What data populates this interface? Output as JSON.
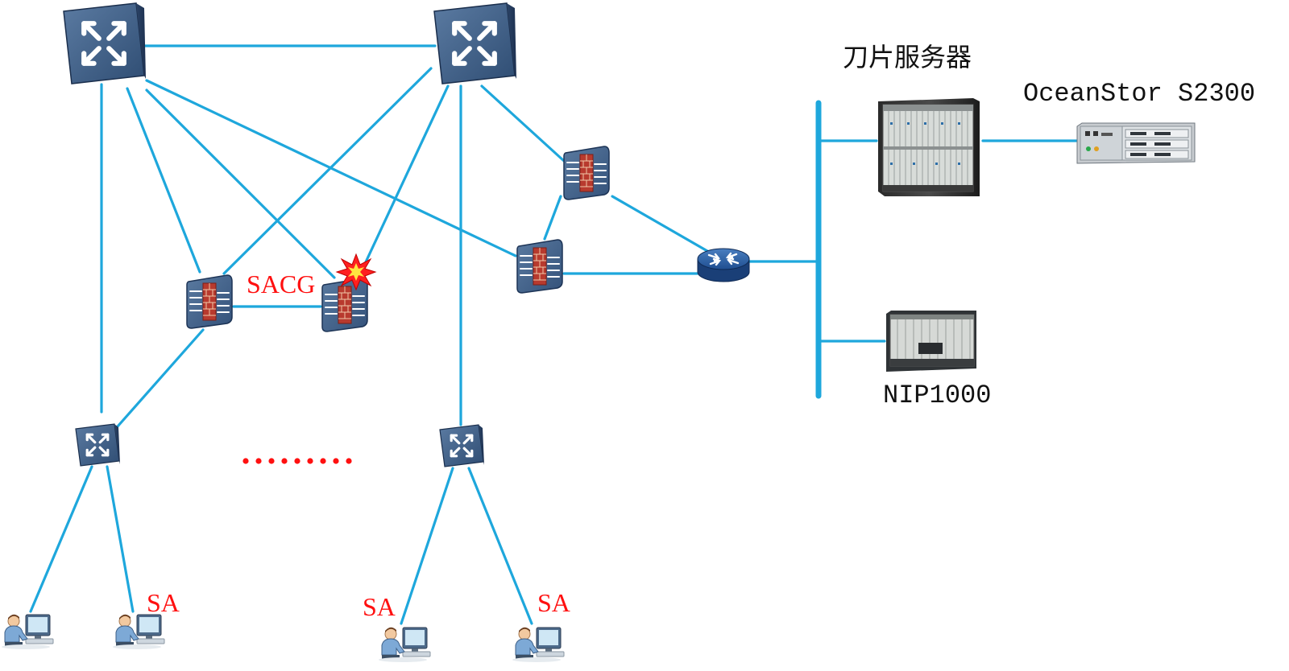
{
  "labels": {
    "blade_server": "刀片服务器",
    "storage": "OceanStor S2300",
    "nip": "NIP1000",
    "sacg": "SACG",
    "sa": "SA"
  },
  "nodes": [
    {
      "id": "core-switch-left",
      "type": "core-switch"
    },
    {
      "id": "core-switch-right",
      "type": "core-switch"
    },
    {
      "id": "firewall-sacg-1",
      "type": "firewall"
    },
    {
      "id": "firewall-sacg-2",
      "type": "firewall",
      "alert": true
    },
    {
      "id": "firewall-upper",
      "type": "firewall"
    },
    {
      "id": "firewall-lower",
      "type": "firewall"
    },
    {
      "id": "router",
      "type": "router"
    },
    {
      "id": "access-switch-left",
      "type": "access-switch"
    },
    {
      "id": "access-switch-right",
      "type": "access-switch"
    },
    {
      "id": "blade-server",
      "type": "blade-server"
    },
    {
      "id": "storage-array",
      "type": "storage"
    },
    {
      "id": "nip-appliance",
      "type": "appliance"
    },
    {
      "id": "user-pc-1",
      "type": "user-pc"
    },
    {
      "id": "user-pc-2",
      "type": "user-pc"
    },
    {
      "id": "user-pc-3",
      "type": "user-pc"
    },
    {
      "id": "user-pc-4",
      "type": "user-pc"
    }
  ],
  "edges": [
    [
      "core-switch-left",
      "core-switch-right"
    ],
    [
      "core-switch-left",
      "access-switch-left"
    ],
    [
      "core-switch-left",
      "firewall-sacg-1"
    ],
    [
      "core-switch-left",
      "firewall-sacg-2"
    ],
    [
      "core-switch-left",
      "firewall-lower"
    ],
    [
      "core-switch-right",
      "firewall-sacg-1"
    ],
    [
      "core-switch-right",
      "firewall-sacg-2"
    ],
    [
      "core-switch-right",
      "access-switch-right"
    ],
    [
      "core-switch-right",
      "firewall-upper"
    ],
    [
      "firewall-sacg-1",
      "firewall-sacg-2"
    ],
    [
      "firewall-sacg-1",
      "access-switch-left"
    ],
    [
      "firewall-upper",
      "firewall-lower"
    ],
    [
      "firewall-upper",
      "router"
    ],
    [
      "firewall-lower",
      "router"
    ],
    [
      "router",
      "bus"
    ],
    [
      "bus",
      "blade-server"
    ],
    [
      "bus",
      "nip-appliance"
    ],
    [
      "blade-server",
      "storage-array"
    ],
    [
      "access-switch-left",
      "user-pc-1"
    ],
    [
      "access-switch-left",
      "user-pc-2"
    ],
    [
      "access-switch-right",
      "user-pc-3"
    ],
    [
      "access-switch-right",
      "user-pc-4"
    ]
  ],
  "colors": {
    "link": "#1ea7dc",
    "device_body": "#3d5d82",
    "firewall_brick": "#c0392b",
    "annotation": "#ff1010",
    "ellipsis_dots": "#ff1010"
  },
  "icons": {
    "core_switch": "four-arrows-switch-icon",
    "firewall": "brick-wall-firewall-icon",
    "router": "cylinder-router-icon",
    "user": "user-at-computer-icon",
    "alert": "starburst-alert-icon"
  }
}
